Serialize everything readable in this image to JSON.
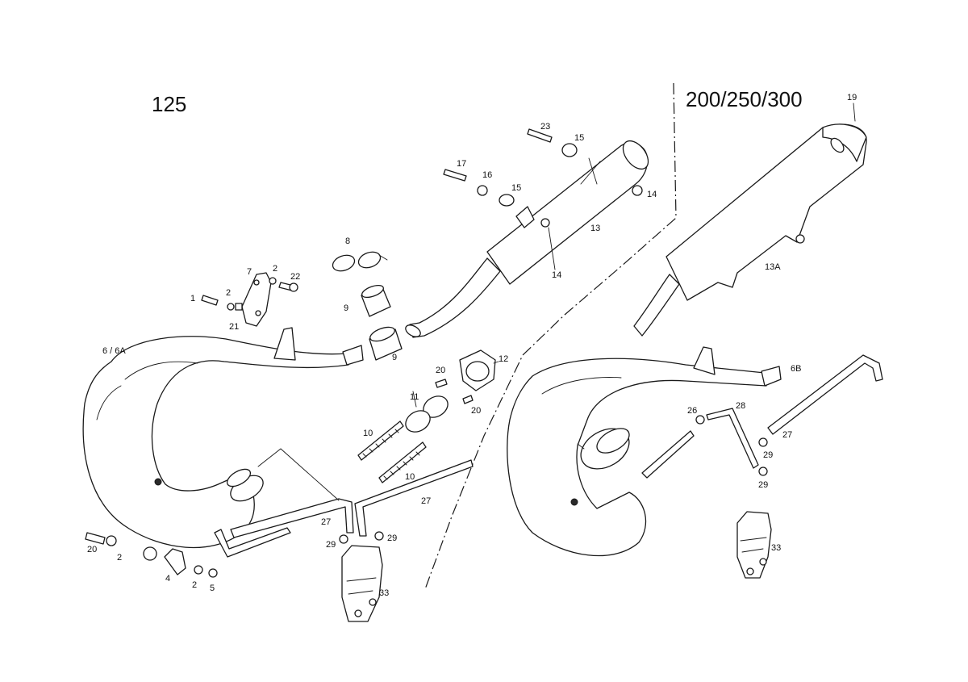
{
  "headings": {
    "left_model": "125",
    "right_model": "200/250/300"
  },
  "callouts": {
    "c1": "1",
    "c2a": "2",
    "c2b": "2",
    "c2c": "2",
    "c2d": "2",
    "c4": "4",
    "c5": "5",
    "c66a": "6 / 6A",
    "c6b": "6B",
    "c7": "7",
    "c8": "8",
    "c9a": "9",
    "c9b": "9",
    "c10a": "10",
    "c10b": "10",
    "c11": "11",
    "c12": "12",
    "c13": "13",
    "c13a": "13A",
    "c14a": "14",
    "c14b": "14",
    "c15a": "15",
    "c15b": "15",
    "c16": "16",
    "c17": "17",
    "c19": "19",
    "c20a": "20",
    "c20b": "20",
    "c20c": "20",
    "c21": "21",
    "c22": "22",
    "c23": "23",
    "c26": "26",
    "c27a": "27",
    "c27b": "27",
    "c27c": "27",
    "c28": "28",
    "c29a": "29",
    "c29b": "29",
    "c29c": "29",
    "c29d": "29",
    "c33a": "33",
    "c33b": "33"
  }
}
